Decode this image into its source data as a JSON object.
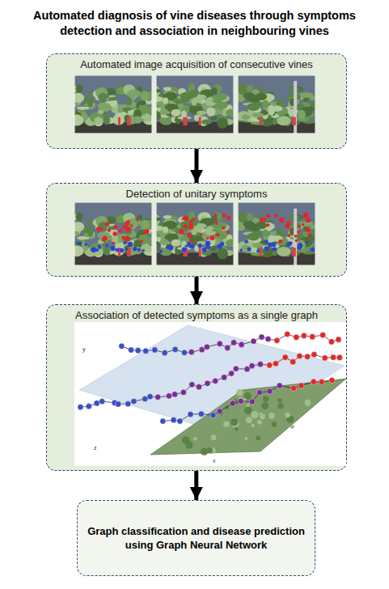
{
  "diagram": {
    "title": "Automated diagnosis of vine diseases through symptoms detection and association in neighbouring vines",
    "nodes": [
      {
        "text": [
          "Automated image acquisition of consecutive vines"
        ]
      },
      {
        "text": [
          "Detection of unitary symptoms"
        ]
      },
      {
        "text": [
          "Association of detected symptoms as a single graph"
        ]
      },
      {
        "text": [
          "Graph classification and disease prediction using Graph Neural Network"
        ]
      }
    ],
    "edges": [
      {
        "from": 0,
        "to": 1,
        "arrow": "to"
      },
      {
        "from": 1,
        "to": 2,
        "arrow": "to"
      },
      {
        "from": 2,
        "to": 3,
        "arrow": "to"
      }
    ],
    "labels": [
      "y",
      "z",
      "x"
    ]
  }
}
